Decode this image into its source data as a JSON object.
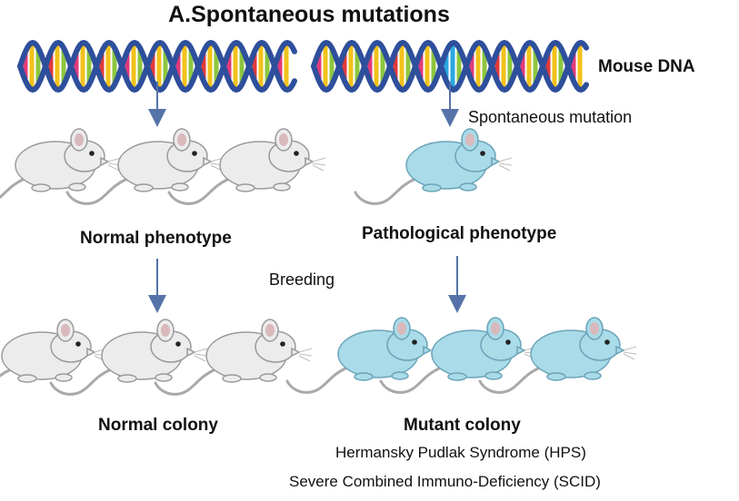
{
  "title": "A.Spontaneous mutations",
  "dna_label": "Mouse DNA",
  "mutation_label": "Spontaneous mutation",
  "breeding_label": "Breeding",
  "left": {
    "phenotype_label": "Normal phenotype",
    "colony_label": "Normal colony"
  },
  "right": {
    "phenotype_label": "Pathological phenotype",
    "colony_label": "Mutant colony",
    "diseases": [
      "Hermansky Pudlak Syndrome (HPS)",
      "Severe Combined Immuno-Deficiency (SCID)"
    ]
  },
  "colors": {
    "normal_mouse": "#ececec",
    "mutant_mouse": "#a9dbe8",
    "dna_backbone": "#2e4f9c",
    "arrow": "#5573a8",
    "mutation_rung": "#2aa7e0"
  }
}
